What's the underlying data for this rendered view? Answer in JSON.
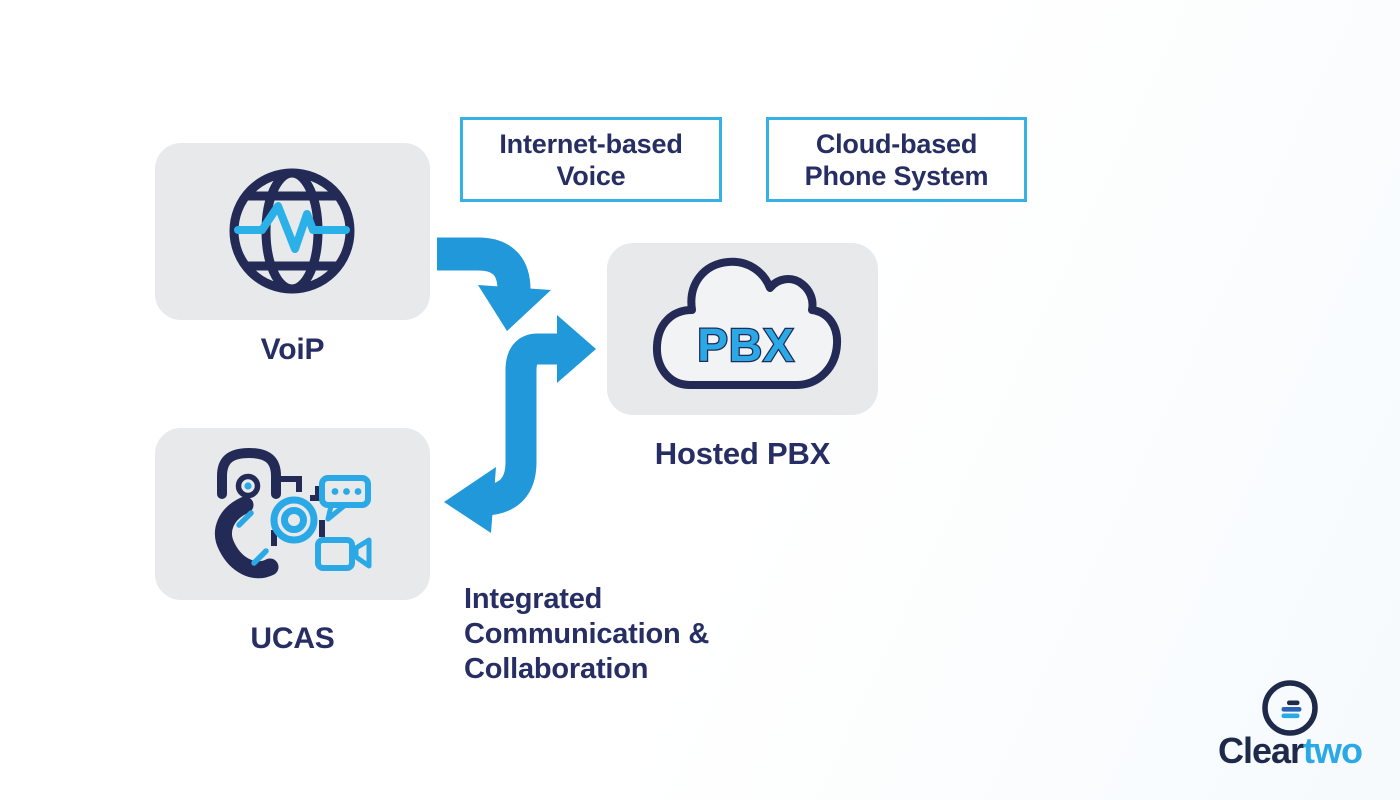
{
  "meta": {
    "type": "telephony-infographic",
    "colors": {
      "navy_text": "#272e63",
      "navy_icon": "#222a55",
      "cyan": "#2aa9e6",
      "box_border_cyan": "#35b1e3",
      "arrow_blue": "#2098da",
      "card_background": "#e7e9ea"
    }
  },
  "header_boxes": [
    {
      "label": "Internet-based\nVoice"
    },
    {
      "label": "Cloud-based\nPhone System"
    }
  ],
  "nodes": {
    "voip": {
      "label": "VoiP",
      "icon": "globe-pulse-icon"
    },
    "hosted_pbx": {
      "label": "Hosted PBX",
      "cloud_text": "PBX",
      "icon": "cloud-pbx-icon"
    },
    "ucas": {
      "label": "UCAS",
      "icon": "unified-communications-icon"
    }
  },
  "caption": {
    "text": "Integrated\nCommunication &\nCollaboration"
  },
  "logo": {
    "name_primary": "Clear",
    "name_secondary": "two"
  }
}
